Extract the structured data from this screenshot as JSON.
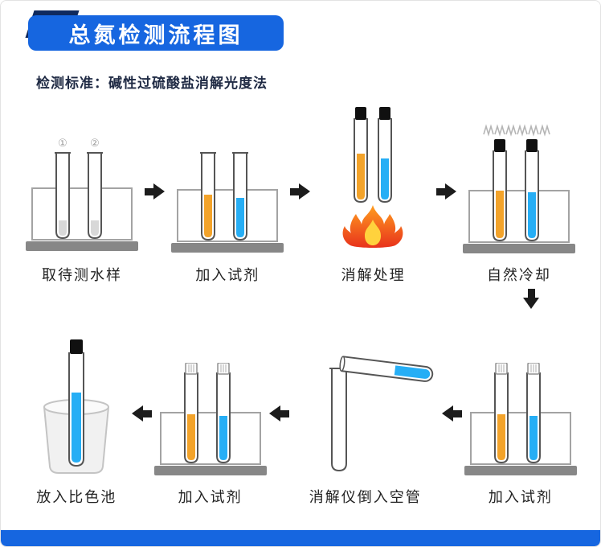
{
  "header": {
    "title": "总氮检测流程图"
  },
  "standard": {
    "text": "检测标准：碱性过硫酸盐消解光度法"
  },
  "tube_labels": {
    "one": "①",
    "two": "②"
  },
  "steps": [
    {
      "caption": "取待测水样"
    },
    {
      "caption": "加入试剂"
    },
    {
      "caption": "消解处理"
    },
    {
      "caption": "自然冷却"
    },
    {
      "caption": "加入试剂"
    },
    {
      "caption": "消解仪倒入空管"
    },
    {
      "caption": "加入试剂"
    },
    {
      "caption": "放入比色池"
    }
  ],
  "colors": {
    "banner_blue": "#1666e0",
    "banner_fold_navy": "#0f2a5e",
    "footer_blue": "#1666e0",
    "reagent_orange": "#f3a32a",
    "reagent_blue": "#26aef5",
    "sample_gray": "#d8d8d8",
    "flame_orange": "#ff9d1f",
    "flame_red": "#e8321c",
    "flame_core_yellow": "#ffd23d",
    "arrow_black": "#1c1c1c"
  }
}
